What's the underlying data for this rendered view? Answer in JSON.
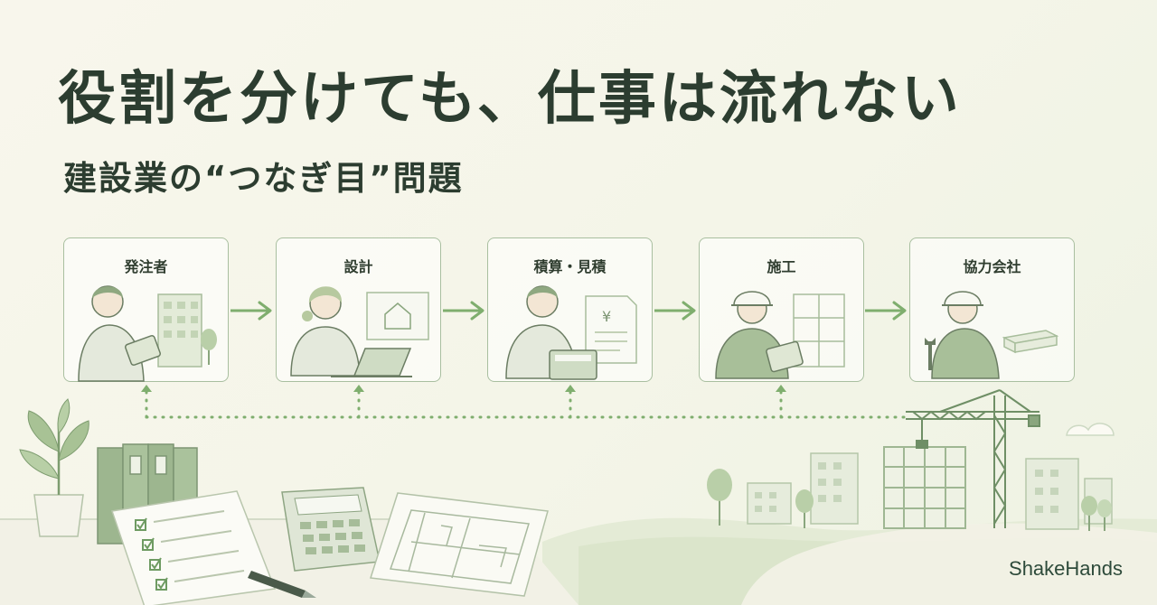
{
  "header": {
    "title": "役割を分けても、仕事は流れない",
    "subtitle": "建設業の“つなぎ目”問題"
  },
  "steps": [
    {
      "label": "発注者"
    },
    {
      "label": "設計"
    },
    {
      "label": "積算・見積"
    },
    {
      "label": "施工"
    },
    {
      "label": "協力会社"
    }
  ],
  "estimate_doc_symbol": "¥",
  "brand": "ShakeHands",
  "colors": {
    "title_text": "#2c3d30",
    "accent_green": "#7fae6e",
    "card_border": "#a9bfa0",
    "background": "#f6f5ea"
  }
}
